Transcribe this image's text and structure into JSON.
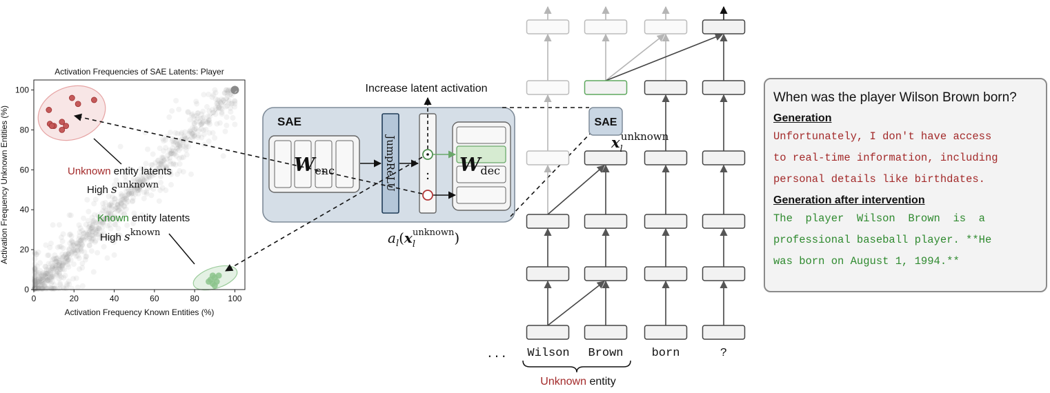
{
  "chart_data": {
    "type": "scatter",
    "title": "Activation Frequencies of SAE Latents: Player",
    "xlabel": "Activation Frequency Known Entities (%)",
    "ylabel": "Activation Frequency Unknown Entities (%)",
    "xlim": [
      0,
      105
    ],
    "ylim": [
      0,
      105
    ],
    "xticks": [
      0,
      20,
      40,
      60,
      80,
      100
    ],
    "yticks": [
      0,
      20,
      40,
      60,
      80,
      100
    ],
    "grid": false,
    "unknown_points": [
      [
        7.5,
        90
      ],
      [
        8,
        83
      ],
      [
        10,
        82
      ],
      [
        14,
        84
      ],
      [
        16,
        82
      ],
      [
        19,
        96
      ],
      [
        22,
        93
      ],
      [
        30,
        95
      ],
      [
        14,
        80
      ],
      [
        9,
        82
      ]
    ],
    "known_points": [
      [
        88,
        5
      ],
      [
        89,
        7
      ],
      [
        90,
        6
      ],
      [
        91,
        4
      ],
      [
        92,
        7
      ],
      [
        89,
        3
      ],
      [
        90,
        2
      ],
      [
        87,
        4
      ]
    ],
    "annotations": {
      "unknown_word": "Unknown",
      "unknown_rest": " entity latents",
      "unknown_score_prefix": "High ",
      "unknown_score_var": "s",
      "unknown_score_sup": "unknown",
      "known_word": "Known",
      "known_rest": " entity latents",
      "known_score_prefix": "High ",
      "known_score_var": "s",
      "known_score_sup": "known"
    }
  },
  "sae": {
    "title": "SAE",
    "encoder_symbol": "W",
    "encoder_subscript": "enc",
    "activation_label": "JumpReLU",
    "decoder_symbol": "W",
    "decoder_subscript": "dec",
    "increase_label": "Increase latent activation",
    "activation_formula_a": "a",
    "activation_formula_sub": "l",
    "activation_formula_x": "x",
    "activation_formula_xsub": "l",
    "activation_formula_sup": "unknown",
    "small_sae_label": "SAE",
    "residual_x": "x",
    "residual_sub": "l",
    "residual_sup": "unknown"
  },
  "tokens": {
    "ellipsis": "...",
    "items": [
      "Wilson",
      "Brown",
      "born",
      "?"
    ],
    "entity_word": "Unknown",
    "entity_rest": " entity"
  },
  "panel": {
    "question": "When was the player Wilson Brown born?",
    "generation_heading": "Generation",
    "generation_text": "Unfortunately, I don't have access\nto real-time information, including\npersonal details like birthdates.",
    "intervention_heading": "Generation after intervention",
    "intervention_text": "The  player  Wilson  Brown  is  a\nprofessional baseball player. **He\nwas born on August 1, 1994.**"
  },
  "colors": {
    "unknown": "#a32a2a",
    "known": "#2f8a2f",
    "sae_fill": "#d5dee7",
    "jumprelu_fill": "#b4c6d8"
  }
}
